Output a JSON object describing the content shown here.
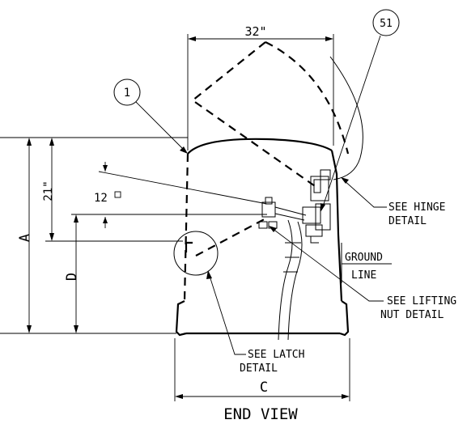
{
  "drawing": {
    "view_title": "END VIEW",
    "balloons": [
      "1",
      "51"
    ],
    "dimensions": {
      "width_top": "32\"",
      "height_21": "21\"",
      "angle": "12",
      "dim_a": "A",
      "dim_d": "D",
      "dim_c": "C"
    },
    "callouts": {
      "hinge": [
        "SEE HINGE",
        "DETAIL"
      ],
      "ground": [
        "GROUND",
        "LINE"
      ],
      "lifting": [
        "SEE LIFTING",
        "NUT DETAIL"
      ],
      "latch": [
        "SEE LATCH",
        "DETAIL"
      ]
    }
  }
}
